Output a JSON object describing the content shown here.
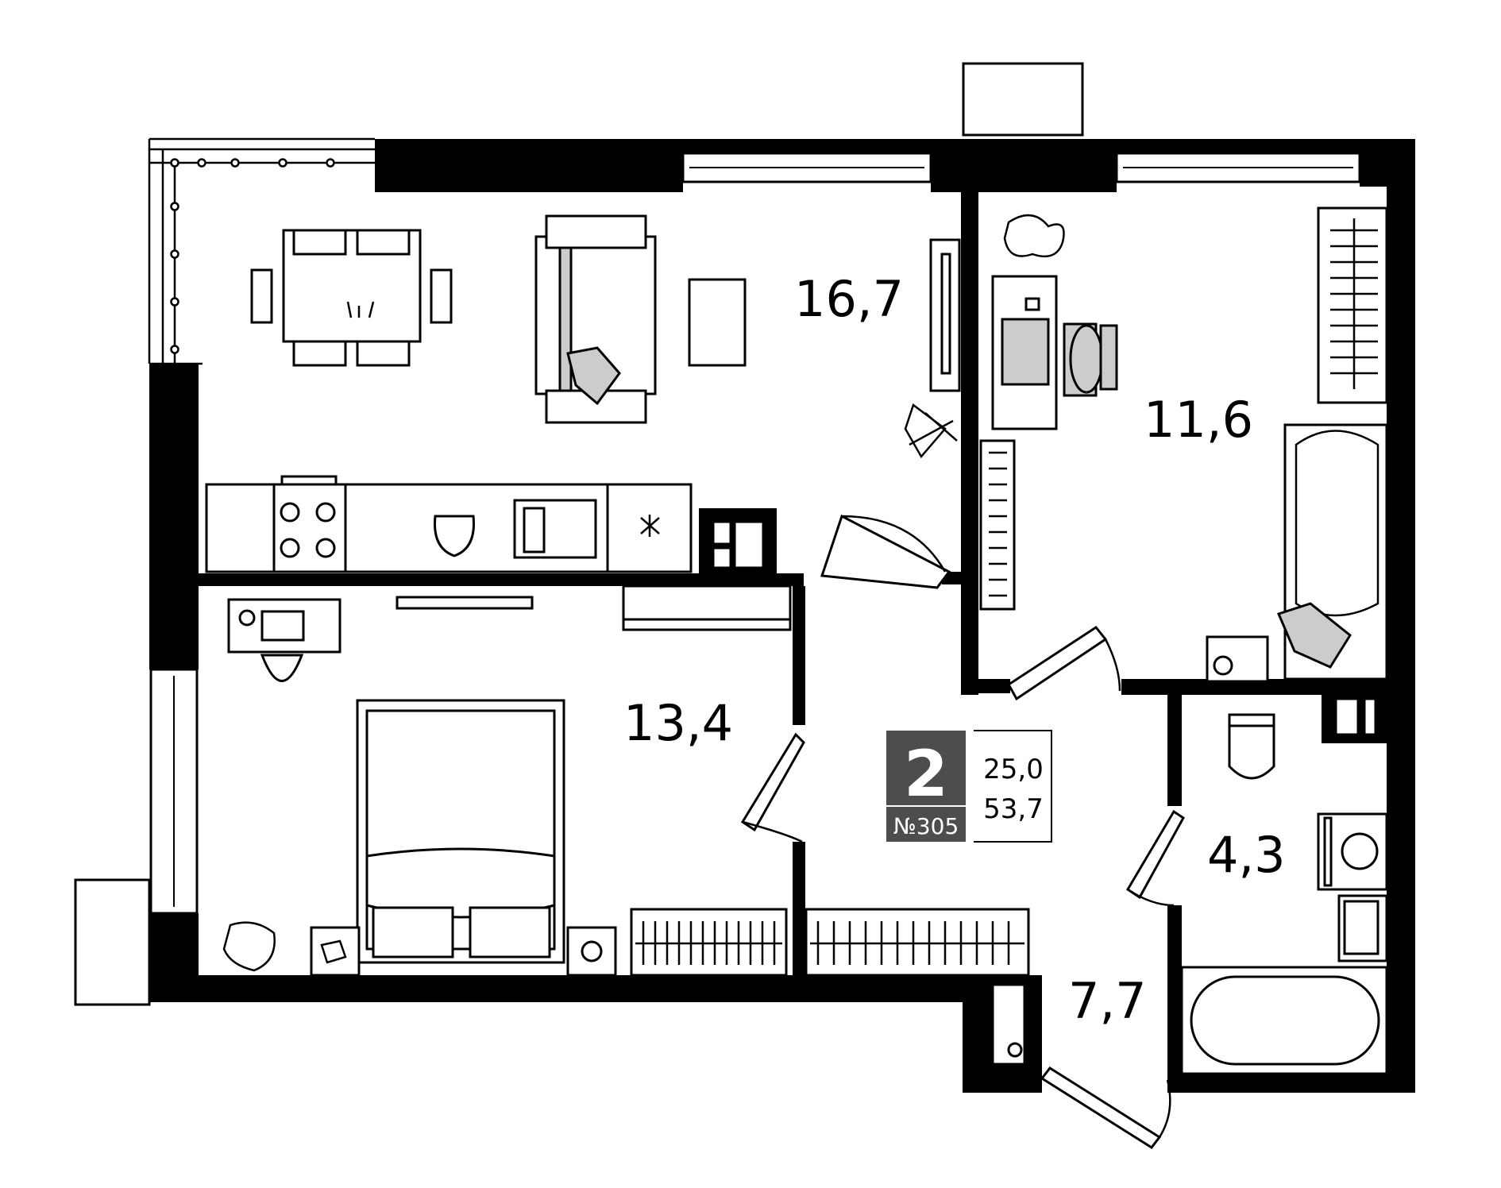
{
  "apartment": {
    "rooms_count": "2",
    "number": "№305",
    "living_area": "25,0",
    "total_area": "53,7"
  },
  "rooms": {
    "living_kitchen": "16,7",
    "bedroom_small": "11,6",
    "bedroom_main": "13,4",
    "bathroom": "4,3",
    "hallway": "7,7"
  },
  "colors": {
    "wall": "#000000",
    "badge_bg": "#4d4d4d",
    "furniture_fill": "#cccccc"
  }
}
